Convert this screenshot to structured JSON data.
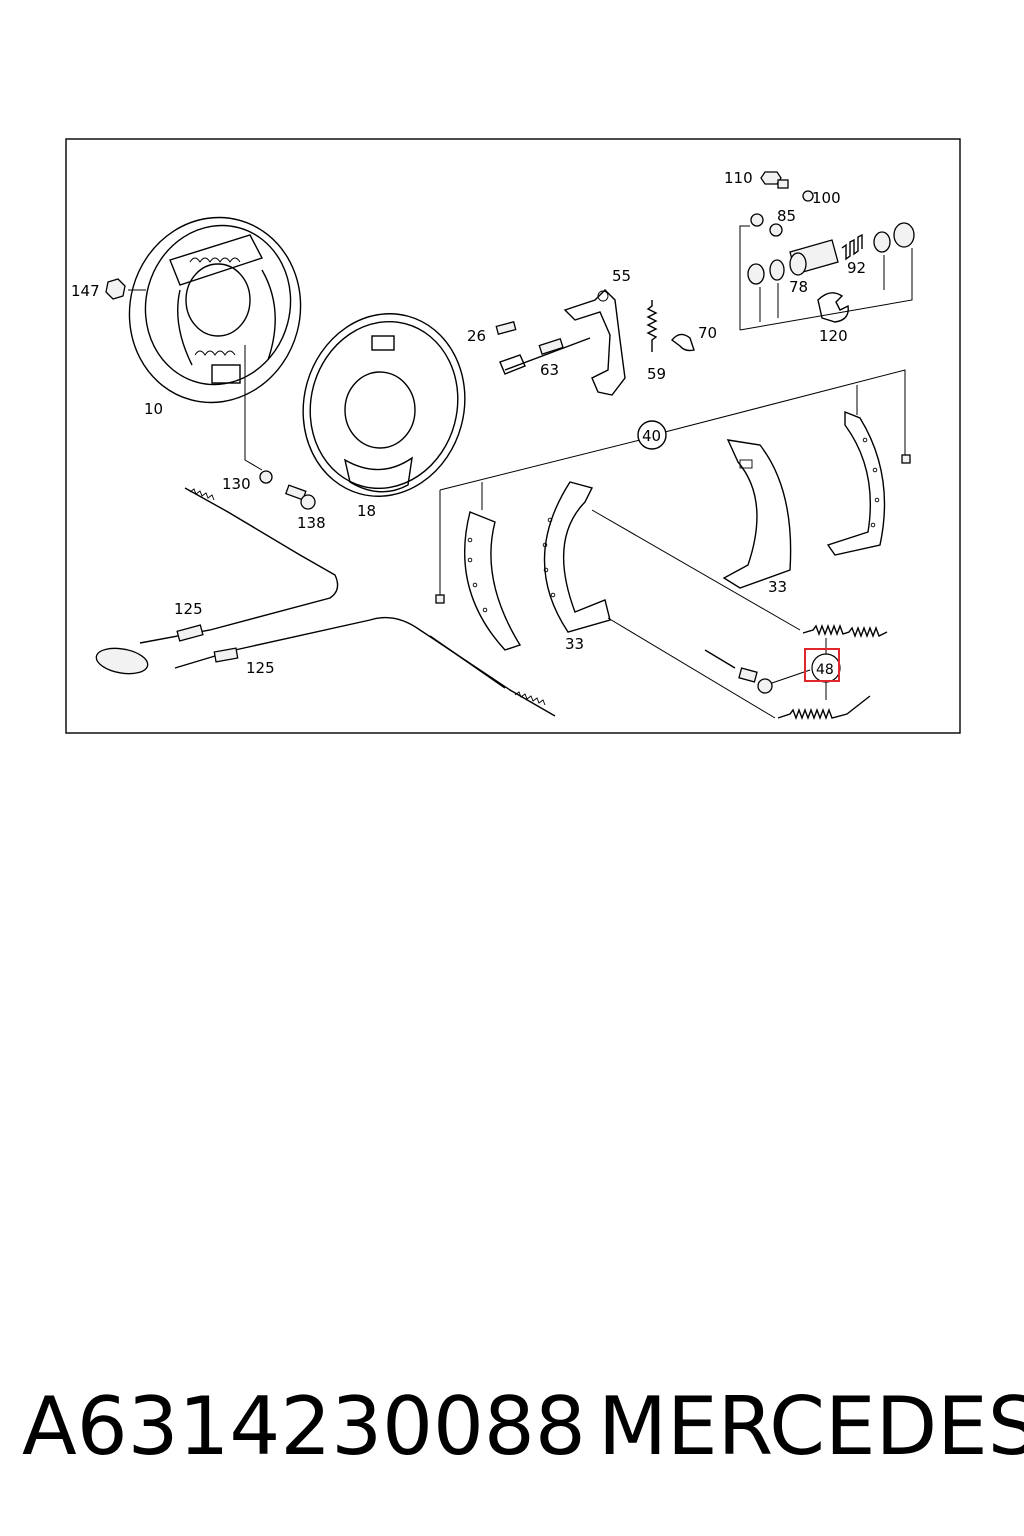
{
  "diagram": {
    "labels": {
      "l110": "110",
      "l100": "100",
      "l85": "85",
      "l92": "92",
      "l78": "78",
      "l120": "120",
      "l147": "147",
      "l10": "10",
      "l55": "55",
      "l26": "26",
      "l70": "70",
      "l63": "63",
      "l59": "59",
      "l40": "40",
      "l130": "130",
      "l138": "138",
      "l18": "18",
      "l33a": "33",
      "l33b": "33",
      "l125a": "125",
      "l125b": "125",
      "l48": "48"
    },
    "highlight_color": "#e0262b"
  },
  "caption": {
    "part_number": "A6314230088",
    "brand": "MERCEDES"
  }
}
